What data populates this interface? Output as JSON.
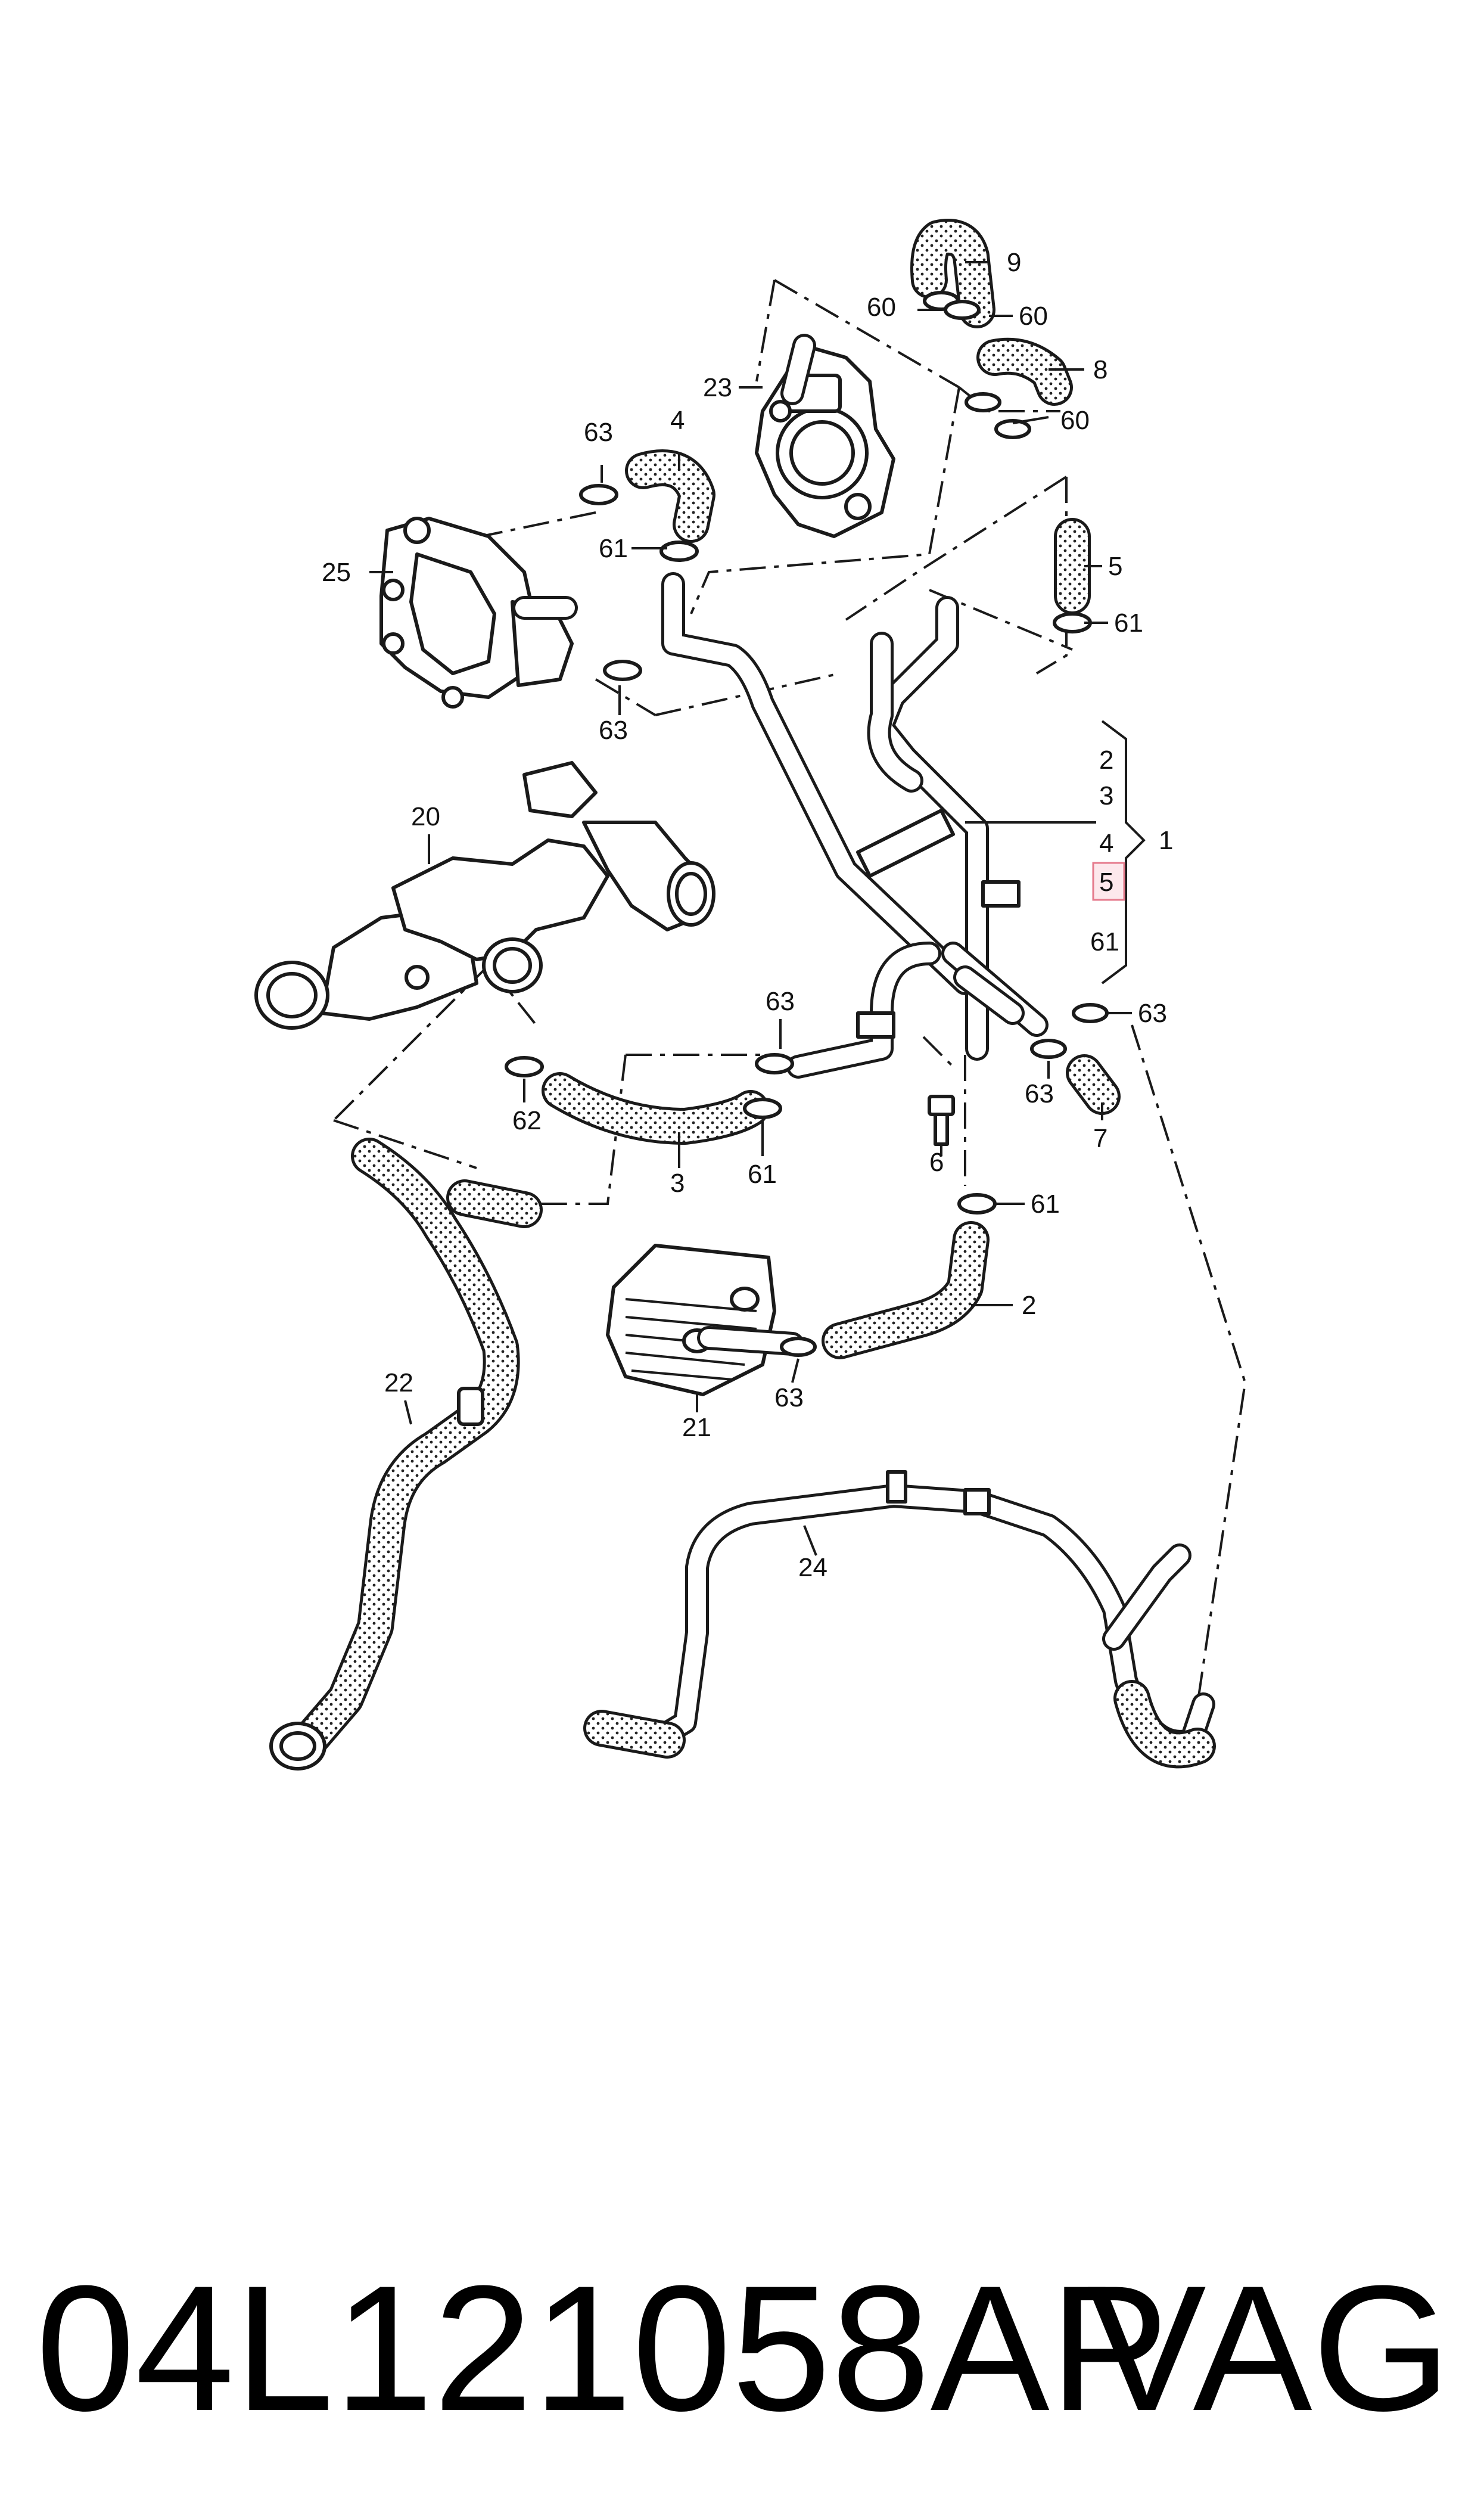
{
  "callouts": {
    "c9": "9",
    "c60a": "60",
    "c60b": "60",
    "c8": "8",
    "c60c": "60",
    "c23": "23",
    "c63a": "63",
    "c4a": "4",
    "c61a": "61",
    "c25": "25",
    "c63b": "63",
    "c5a": "5",
    "c61b": "61",
    "c2a": "2",
    "c3a": "3",
    "c4b": "4",
    "c1": "1",
    "c5b": "5",
    "c61c": "61",
    "c20": "20",
    "c63c": "63",
    "c63d": "63",
    "c63e": "63",
    "c7": "7",
    "c62": "62",
    "c3b": "3",
    "c61d": "61",
    "c6": "6",
    "c61e": "61",
    "c2b": "2",
    "c22": "22",
    "c21": "21",
    "c63f": "63",
    "c24": "24"
  },
  "highlighted_callout": "5",
  "footer": {
    "part_number": "04L121058AP",
    "brand": "VAG"
  },
  "colors": {
    "line": "#1a1a1a",
    "highlight_fill": "#fde8ec",
    "highlight_border": "#e57a8c"
  }
}
